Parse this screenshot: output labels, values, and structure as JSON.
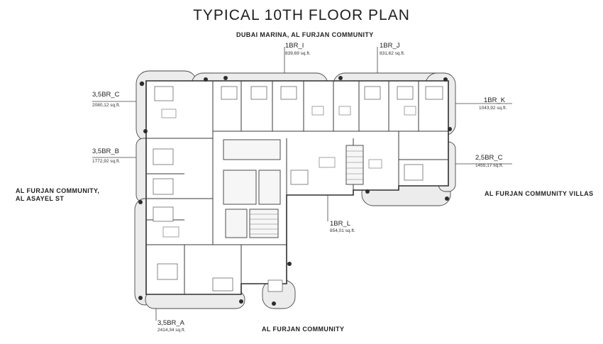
{
  "title": "TYPICAL 10TH FLOOR PLAN",
  "context": {
    "north": "DUBAI MARINA, AL FURJAN COMMUNITY",
    "south": "AL FURJAN COMMUNITY",
    "west_line1": "AL FURJAN COMMUNITY,",
    "west_line2": "AL ASAYEL ST",
    "east": "AL FURJAN COMMUNITY VILLAS"
  },
  "units": {
    "br_i": {
      "name": "1BR_I",
      "area": "839,69 sq.ft."
    },
    "br_j": {
      "name": "1BR_J",
      "area": "831,62 sq.ft."
    },
    "br_k": {
      "name": "1BR_K",
      "area": "1043,92 sq.ft."
    },
    "br_l": {
      "name": "1BR_L",
      "area": "854,01 sq.ft."
    },
    "br35_c": {
      "name": "3,5BR_C",
      "area": "2080,12 sq.ft."
    },
    "br35_b": {
      "name": "3,5BR_B",
      "area": "1772,92 sq.ft."
    },
    "br35_a": {
      "name": "3,5BR_A",
      "area": "2414,34 sq.ft."
    },
    "br25_c": {
      "name": "2,5BR_C",
      "area": "1455,17 sq.ft."
    }
  },
  "colors": {
    "terrace": "#ededed",
    "wall": "#3a3a3a",
    "leader": "#444444"
  }
}
